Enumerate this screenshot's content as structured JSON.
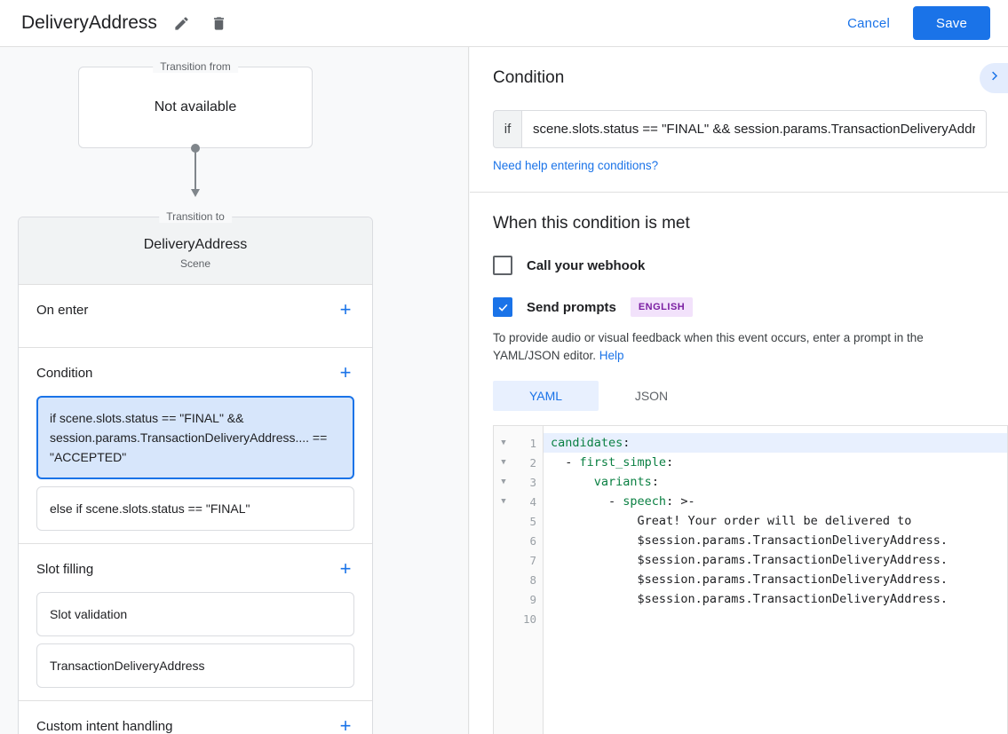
{
  "topbar": {
    "title": "DeliveryAddress",
    "edit_icon": "pencil-icon",
    "delete_icon": "trash-icon",
    "cancel_label": "Cancel",
    "save_label": "Save",
    "accent_color": "#1a73e8"
  },
  "left": {
    "from": {
      "legend": "Transition from",
      "title": "Not available"
    },
    "to": {
      "legend": "Transition to",
      "title": "DeliveryAddress",
      "subtitle": "Scene"
    },
    "sections": [
      {
        "title": "On enter",
        "add_label": "+",
        "items": []
      },
      {
        "title": "Condition",
        "add_label": "+",
        "items": [
          {
            "text": "if scene.slots.status == \"FINAL\" && session.params.TransactionDeliveryAddress.... == \"ACCEPTED\"",
            "selected": true
          },
          {
            "text": "else if scene.slots.status == \"FINAL\"",
            "selected": false
          }
        ]
      },
      {
        "title": "Slot filling",
        "add_label": "+",
        "items": [
          {
            "text": "Slot validation",
            "selected": false
          },
          {
            "text": "TransactionDeliveryAddress",
            "selected": false
          }
        ]
      },
      {
        "title": "Custom intent handling",
        "add_label": "+",
        "items": []
      }
    ]
  },
  "right": {
    "condition_heading": "Condition",
    "expand_icon": "chevron-right-icon",
    "if_label": "if",
    "if_value": "scene.slots.status == \"FINAL\" && session.params.TransactionDeliveryAddres",
    "help_conditions_link": "Need help entering conditions?",
    "when_heading": "When this condition is met",
    "webhook": {
      "label": "Call your webhook",
      "checked": false
    },
    "prompts": {
      "label": "Send prompts",
      "checked": true,
      "badge": "ENGLISH",
      "badge_color": "#7b1fa2"
    },
    "note_text": "To provide audio or visual feedback when this event occurs, enter a prompt in the YAML/JSON editor. ",
    "note_link": "Help",
    "tabs": [
      {
        "label": "YAML",
        "active": true
      },
      {
        "label": "JSON",
        "active": false
      }
    ],
    "editor": {
      "lines": [
        {
          "num": "1",
          "fold": true,
          "active": true,
          "key": "candidates",
          "indent": "",
          "rest": ":"
        },
        {
          "num": "2",
          "fold": true,
          "active": false,
          "key": "first_simple",
          "indent": "  - ",
          "rest": ":"
        },
        {
          "num": "3",
          "fold": true,
          "active": false,
          "key": "variants",
          "indent": "      ",
          "rest": ":"
        },
        {
          "num": "4",
          "fold": true,
          "active": false,
          "key": "speech",
          "indent": "        - ",
          "rest": ": >-"
        },
        {
          "num": "5",
          "fold": false,
          "active": false,
          "key": "",
          "indent": "            ",
          "rest": "Great! Your order will be delivered to"
        },
        {
          "num": "6",
          "fold": false,
          "active": false,
          "key": "",
          "indent": "            ",
          "rest": "$session.params.TransactionDeliveryAddress."
        },
        {
          "num": "7",
          "fold": false,
          "active": false,
          "key": "",
          "indent": "            ",
          "rest": "$session.params.TransactionDeliveryAddress."
        },
        {
          "num": "8",
          "fold": false,
          "active": false,
          "key": "",
          "indent": "            ",
          "rest": "$session.params.TransactionDeliveryAddress."
        },
        {
          "num": "9",
          "fold": false,
          "active": false,
          "key": "",
          "indent": "            ",
          "rest": "$session.params.TransactionDeliveryAddress."
        },
        {
          "num": "10",
          "fold": false,
          "active": false,
          "key": "",
          "indent": "",
          "rest": ""
        }
      ]
    }
  }
}
